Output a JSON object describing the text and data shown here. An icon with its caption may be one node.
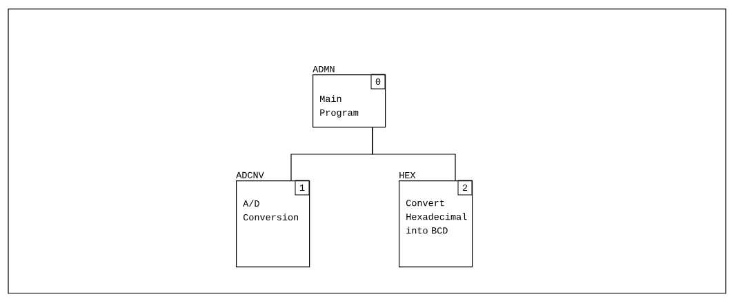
{
  "diagram": {
    "nodes": [
      {
        "text": [
          "ADMN",
          "0",
          "Main Program"
        ]
      },
      {
        "text": [
          "ADCNV",
          "1",
          "A/D Conversion"
        ]
      },
      {
        "text": [
          "HEX",
          "2",
          "Convert Hexadecimal into BCD"
        ]
      }
    ],
    "edges": [
      {
        "from": 0,
        "to": 1,
        "arrow": "none"
      },
      {
        "from": 0,
        "to": 2,
        "arrow": "none"
      }
    ]
  }
}
